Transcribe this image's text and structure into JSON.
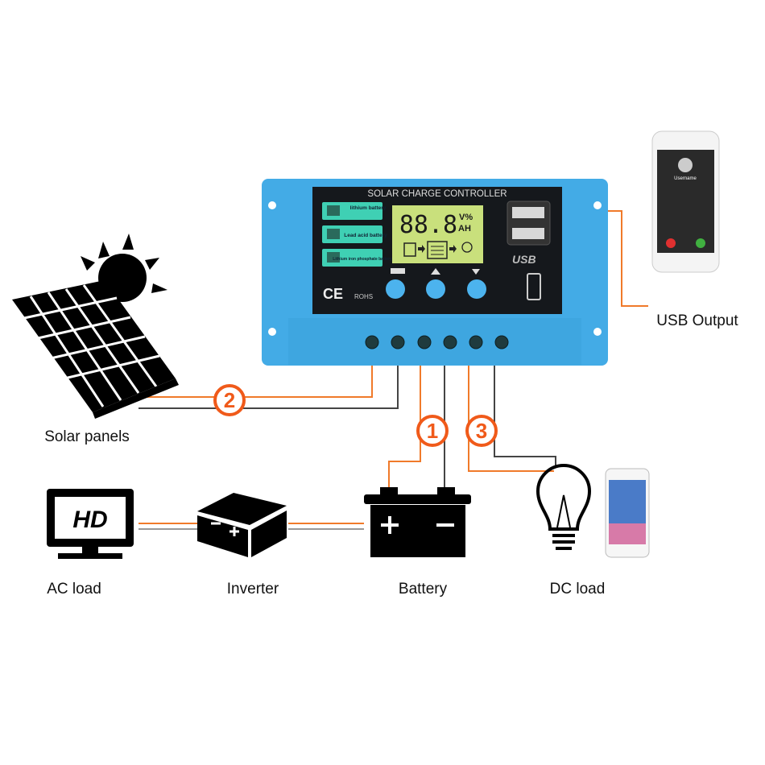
{
  "controller": {
    "title": "SOLAR CHARGE CONTROLLER",
    "battery_types": [
      "lithium battery",
      "Lead acid battery",
      "Lithium iron phosphate battery"
    ],
    "lcd_digits": "88.8",
    "lcd_unit_top": "V%",
    "lcd_unit_bottom": "AH",
    "usb_label": "USB",
    "cert_ce": "CE",
    "cert_rohs": "ROHS",
    "body_color": "#43abe6",
    "panel_color": "#15181c",
    "lcd_color": "#c9e07c",
    "label_color": "#3fd0b4"
  },
  "steps": [
    "1",
    "2",
    "3"
  ],
  "labels": {
    "solar": "Solar panels",
    "usb": "USB Output",
    "ac": "AC load",
    "inverter": "Inverter",
    "battery": "Battery",
    "dc": "DC load"
  },
  "monitor_text": "HD",
  "phone_username": "Username",
  "wire_colors": {
    "positive": "#f07a2a",
    "negative": "#444444"
  },
  "badge_color": "#f05a1a"
}
